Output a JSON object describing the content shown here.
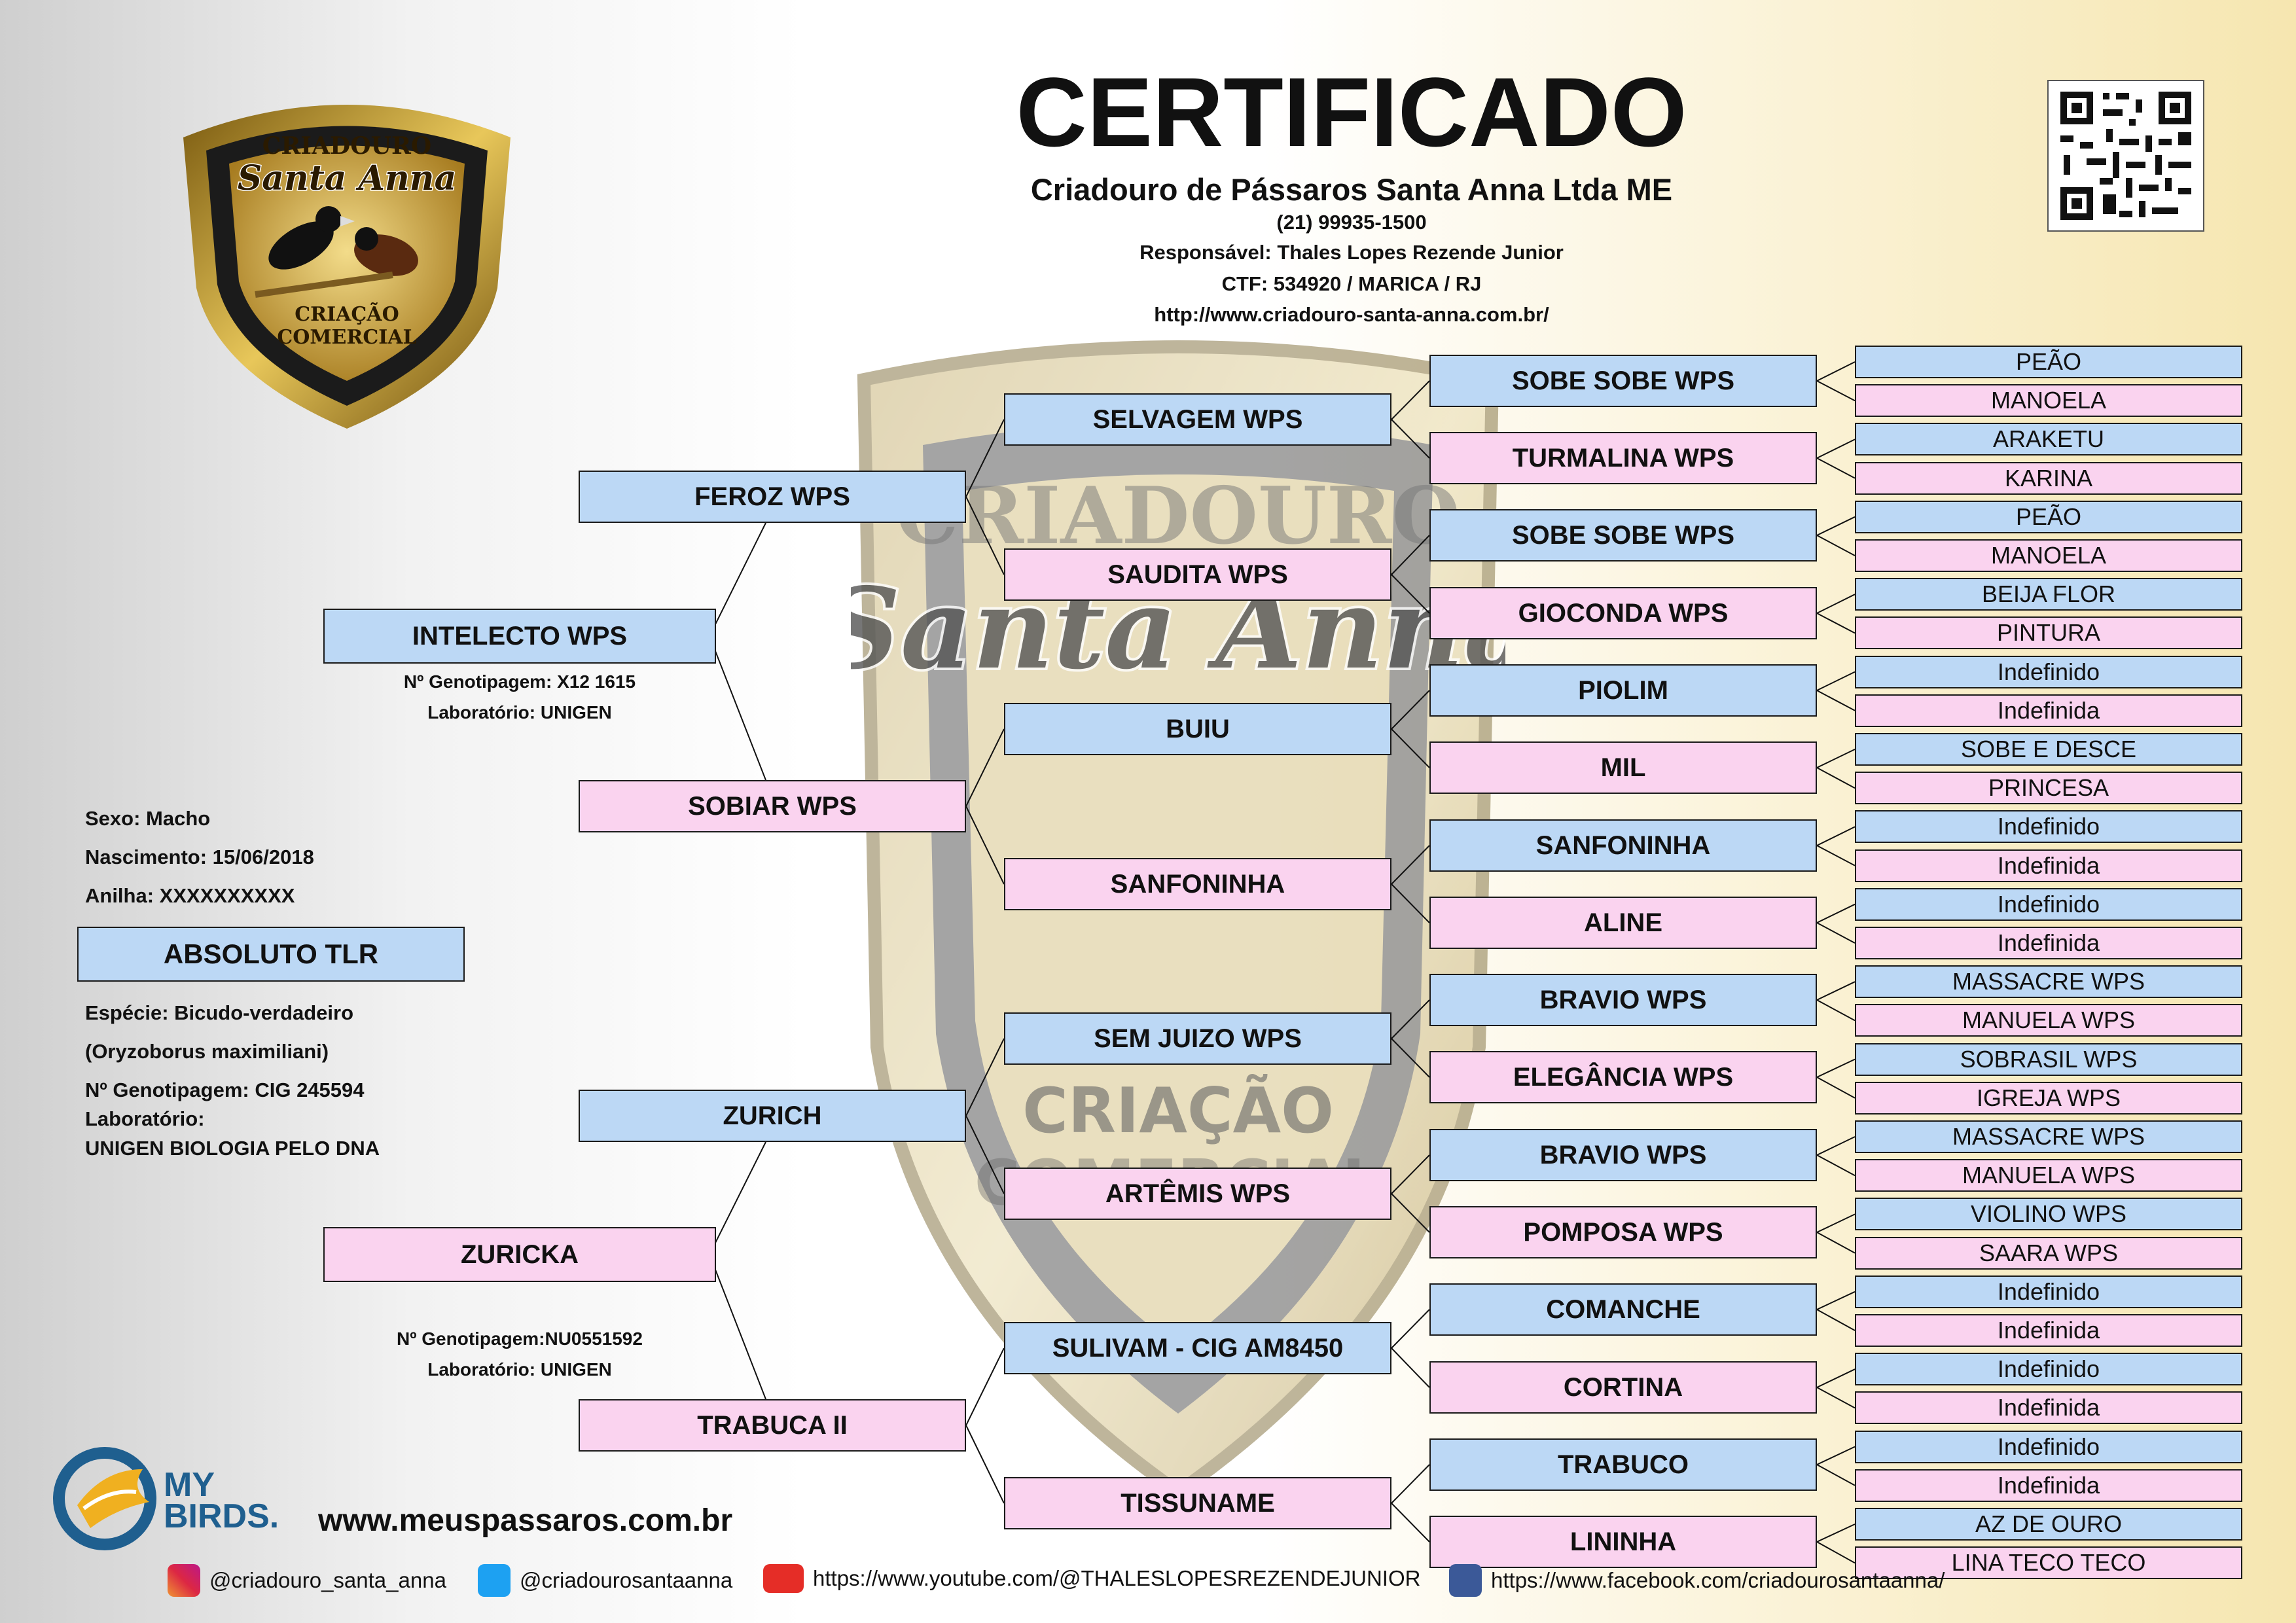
{
  "header": {
    "title": "CERTIFICADO",
    "company": "Criadouro de Pássaros Santa Anna Ltda ME",
    "phone": "(21) 99935-1500",
    "responsible": "Responsável: Thales Lopes Rezende Junior",
    "ctf": "CTF: 534920 / MARICA / RJ",
    "website": "http://www.criadouro-santa-anna.com.br/"
  },
  "logo": {
    "top": "CRIADOURO",
    "name": "Santa Anna",
    "bottom1": "CRIAÇÃO",
    "bottom2": "COMERCIAL"
  },
  "watermark": {
    "top": "CRIADOURO",
    "name": "Santa Anna",
    "bottom1": "CRIAÇÃO",
    "bottom2": "COMERCIAL"
  },
  "subject": {
    "sex": "Sexo: Macho",
    "birth": "Nascimento: 15/06/2018",
    "ring": "Anilha: XXXXXXXXXX",
    "name": "ABSOLUTO TLR",
    "species": "Espécie: Bicudo-verdadeiro",
    "scientific": "(Oryzoborus maximiliani)",
    "genotype": "Nº Genotipagem: CIG 245594",
    "lab_label": "Laboratório:",
    "lab": "UNIGEN BIOLOGIA PELO DNA"
  },
  "parents": {
    "father": "INTELECTO WPS",
    "father_genotype": "Nº Genotipagem: X12 1615",
    "father_lab": "Laboratório: UNIGEN",
    "mother": "ZURICKA",
    "mother_genotype": "Nº Genotipagem:NU0551592",
    "mother_lab": "Laboratório: UNIGEN"
  },
  "grandparents": [
    "FEROZ WPS",
    "SOBIAR WPS",
    "ZURICH",
    "TRABUCA II"
  ],
  "great_grandparents": [
    "SELVAGEM WPS",
    "SAUDITA WPS",
    "BUIU",
    "SANFONINHA",
    "SEM JUIZO WPS",
    "ARTÊMIS WPS",
    "SULIVAM - CIG AM8450",
    "TISSUNAME"
  ],
  "gen4": [
    "SOBE SOBE WPS",
    "TURMALINA WPS",
    "SOBE SOBE WPS",
    "GIOCONDA WPS",
    "PIOLIM",
    "MIL",
    "SANFONINHA",
    "ALINE",
    "BRAVIO WPS",
    "ELEGÂNCIA WPS",
    "BRAVIO WPS",
    "POMPOSA WPS",
    "COMANCHE",
    "CORTINA",
    "TRABUCO",
    "LININHA"
  ],
  "gen5": [
    "PEÃO",
    "MANOELA",
    "ARAKETU",
    "KARINA",
    "PEÃO",
    "MANOELA",
    "BEIJA FLOR",
    "PINTURA",
    "Indefinido",
    "Indefinida",
    "SOBE E DESCE",
    "PRINCESA",
    "Indefinido",
    "Indefinida",
    "Indefinido",
    "Indefinida",
    "MASSACRE WPS",
    "MANUELA WPS",
    "SOBRASIL WPS",
    "IGREJA WPS",
    "MASSACRE WPS",
    "MANUELA WPS",
    "VIOLINO WPS",
    "SAARA WPS",
    "Indefinido",
    "Indefinida",
    "Indefinido",
    "Indefinida",
    "Indefinido",
    "Indefinida",
    "AZ DE OURO",
    "LINA TECO TECO"
  ],
  "footer": {
    "brand_line1": "MY",
    "brand_line2": "BIRDS.",
    "site": "www.meuspassaros.com.br",
    "instagram": "@criadouro_santa_anna",
    "twitter": "@criadourosantaanna",
    "youtube": "https://www.youtube.com/@THALESLOPESREZENDEJUNIOR",
    "facebook": "https://www.facebook.com/criadourosantaanna/"
  }
}
